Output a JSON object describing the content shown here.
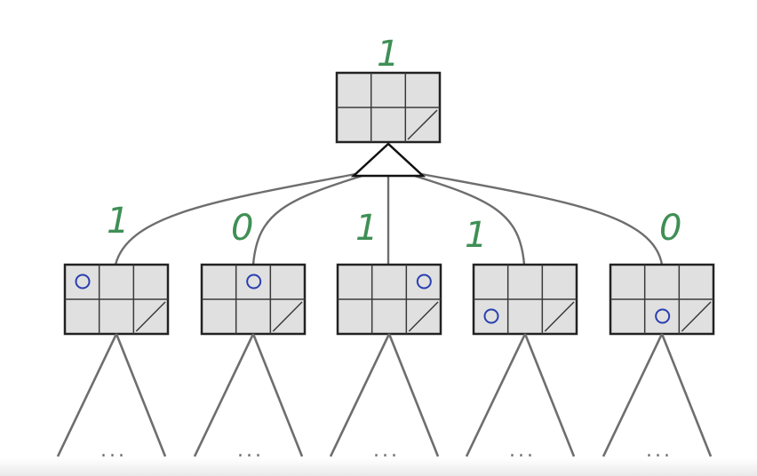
{
  "root": {
    "value": "1",
    "moves": []
  },
  "children": [
    {
      "value": "1",
      "mark_cell": 0,
      "ellipsis": "..."
    },
    {
      "value": "0",
      "mark_cell": 1,
      "ellipsis": "..."
    },
    {
      "value": "1",
      "mark_cell": 2,
      "ellipsis": "..."
    },
    {
      "value": "1",
      "mark_cell": 3,
      "ellipsis": "..."
    },
    {
      "value": "0",
      "mark_cell": 4,
      "ellipsis": "..."
    }
  ],
  "colors": {
    "value_label": "#3f8f55",
    "mark": "#2a3fb0",
    "board_fill": "#e0e0e0",
    "edge": "#6e6e6e"
  },
  "icons": {
    "max_node": "triangle-up-icon",
    "mark": "circle-mark-icon",
    "blocked_cell": "diagonal-slash-icon"
  }
}
